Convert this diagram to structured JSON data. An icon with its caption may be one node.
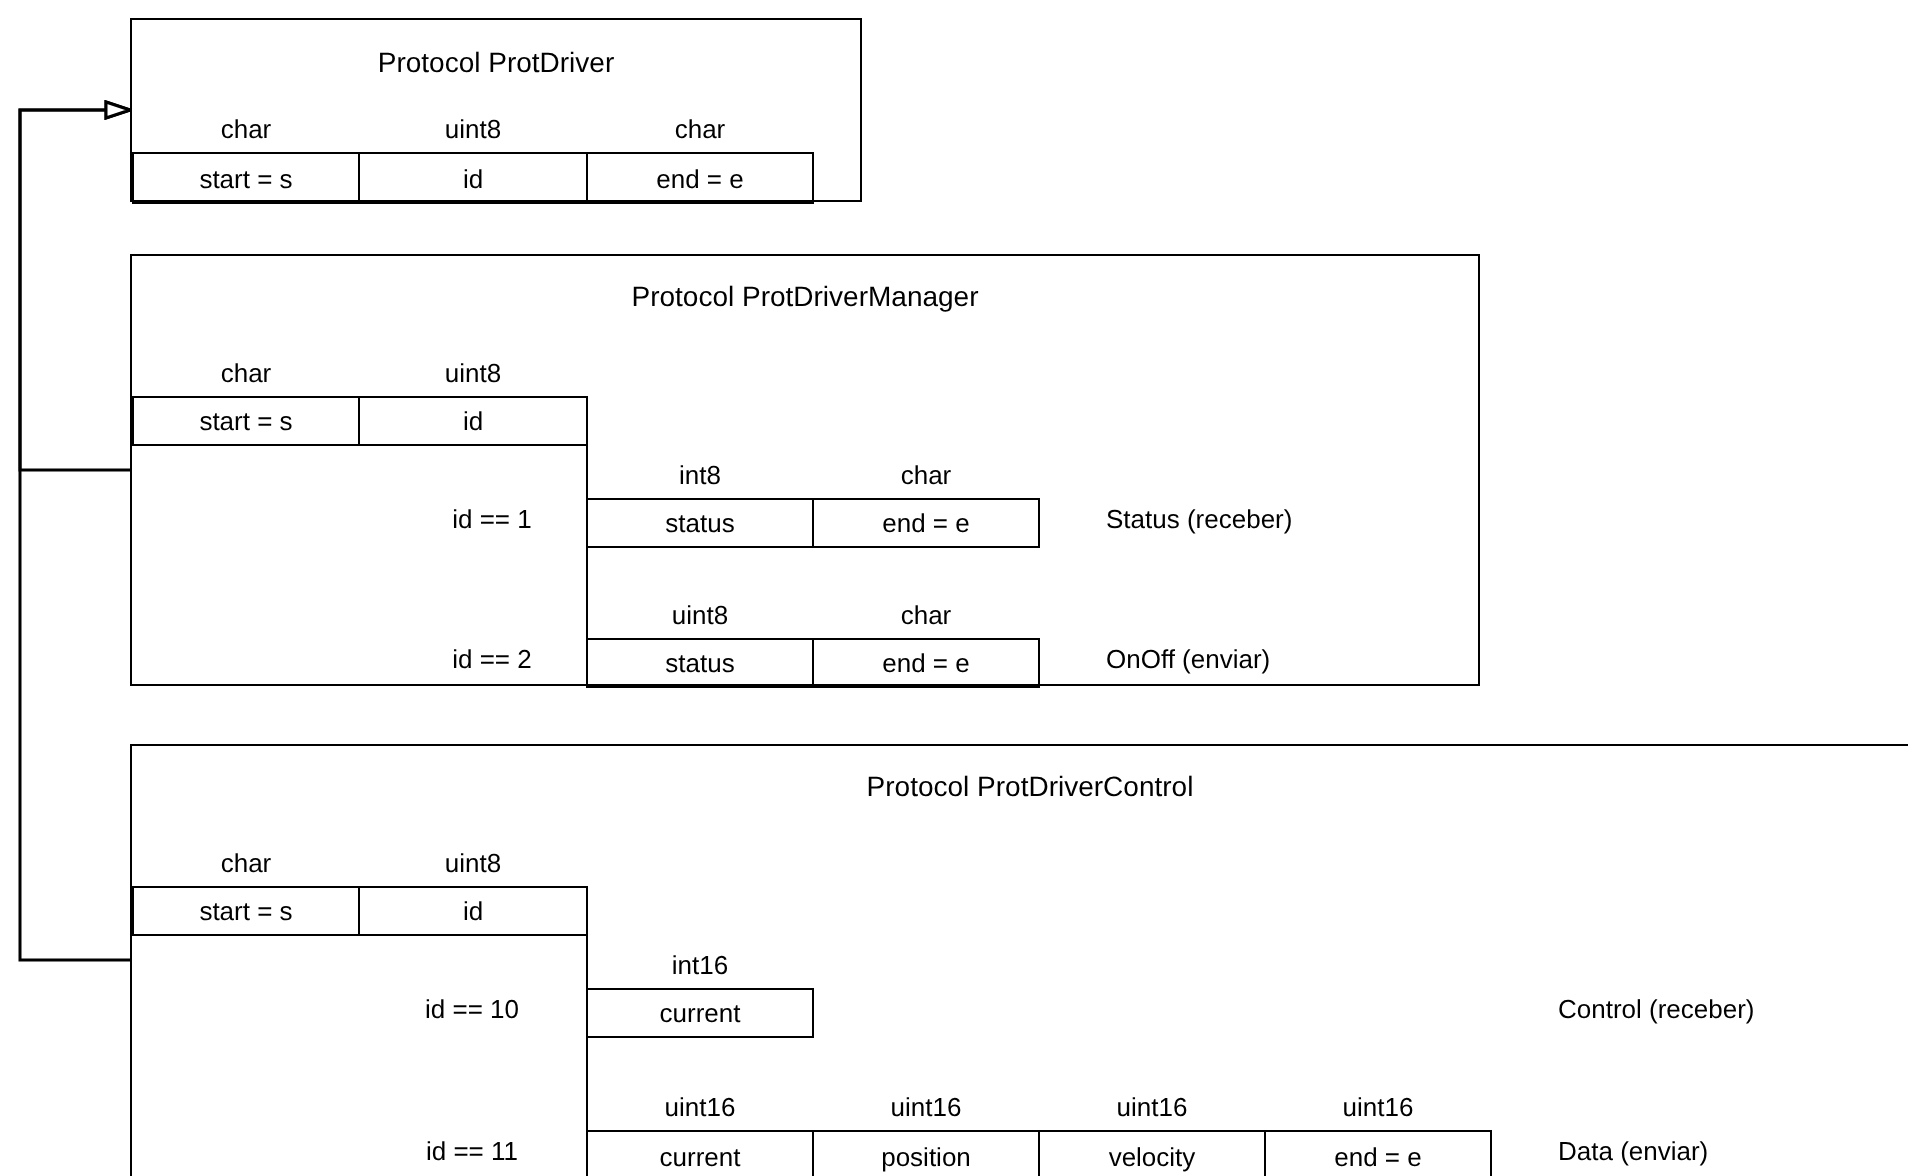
{
  "diagram": {
    "nodes": [
      {
        "text": [
          "Protocol ProtDriver"
        ]
      },
      {
        "text": [
          "char",
          "start = s"
        ],
        "in": 0
      },
      {
        "text": [
          "uint8",
          "id"
        ],
        "in": 0
      },
      {
        "text": [
          "char",
          "end = e"
        ],
        "in": 0
      },
      {
        "text": [
          "Protocol ProtDriverManager",
          "id == 1",
          "Status (receber)",
          "id == 2",
          "OnOff (enviar)"
        ]
      },
      {
        "text": [
          "char",
          "start = s"
        ],
        "in": 4
      },
      {
        "text": [
          "uint8",
          "id"
        ],
        "in": 4
      },
      {
        "text": [
          "int8",
          "status"
        ],
        "in": 4
      },
      {
        "text": [
          "char",
          "end = e"
        ],
        "in": 4
      },
      {
        "text": [
          "uint8",
          "status"
        ],
        "in": 4
      },
      {
        "text": [
          "char",
          "end = e"
        ],
        "in": 4
      },
      {
        "text": [
          "Protocol ProtDriverControl",
          "id == 10",
          "Control (receber)",
          "id == 11",
          "Data (enviar)"
        ]
      },
      {
        "text": [
          "char",
          "start = s"
        ],
        "in": 11
      },
      {
        "text": [
          "uint8",
          "id"
        ],
        "in": 11
      },
      {
        "text": [
          "int16",
          "current"
        ],
        "in": 11
      },
      {
        "text": [
          "uint16",
          "current"
        ],
        "in": 11
      },
      {
        "text": [
          "uint16",
          "position"
        ],
        "in": 11
      },
      {
        "text": [
          "uint16",
          "velocity"
        ],
        "in": 11
      },
      {
        "text": [
          "uint16",
          "end = e"
        ],
        "in": 11
      }
    ],
    "edges": [
      {
        "from": 4,
        "to": 0,
        "arrow": "to"
      },
      {
        "from": 11,
        "to": 0,
        "arrow": "to"
      }
    ]
  }
}
